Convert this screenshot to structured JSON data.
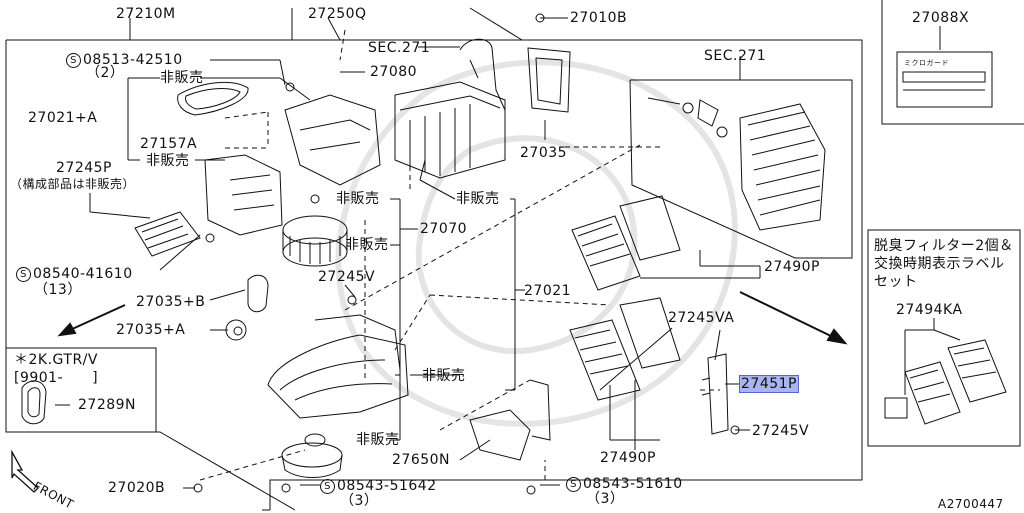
{
  "diagram": {
    "labels": {
      "p27210M": "27210M",
      "p27250Q": "27250Q",
      "p27010B": "27010B",
      "p27088X": "27088X",
      "s08513": "08513-42510",
      "s08513_qty": "（2）",
      "hibaihin": "非販売",
      "sec271a": "SEC.271",
      "sec271b": "SEC.271",
      "p27080": "27080",
      "p27021A": "27021+A",
      "p27157A": "27157A",
      "p27035": "27035",
      "p27245P": "27245P",
      "p27245P_note": "（構成部品は非販売）",
      "p27070": "27070",
      "p27490P_top": "27490P",
      "filter_title_1": "脱臭フィルター2個＆",
      "filter_title_2": "交換時期表示ラベル",
      "filter_title_3": "セット",
      "p27494KA": "27494KA",
      "s08540": "08540-41610",
      "s08540_qty": "（13）",
      "p27245V_top": "27245V",
      "p27021": "27021",
      "p27035B": "27035+B",
      "p27035A": "27035+A",
      "p27245VA": "27245VA",
      "variant_1": "＊2K.GTR/V",
      "variant_2": "[9901-　　]",
      "p27289N": "27289N",
      "p27451P": "27451P",
      "p27245V_bot": "27245V",
      "p27650N": "27650N",
      "p27490P_bot": "27490P",
      "p27020B": "27020B",
      "s08543a": "08543-51642",
      "s08543a_qty": "（3）",
      "s08543b": "08543-51610",
      "s08543b_qty": "（3）",
      "front": "FRONT",
      "label_text": "ミクロガード",
      "s_mark": "S",
      "diagram_id": "A2700447"
    }
  }
}
